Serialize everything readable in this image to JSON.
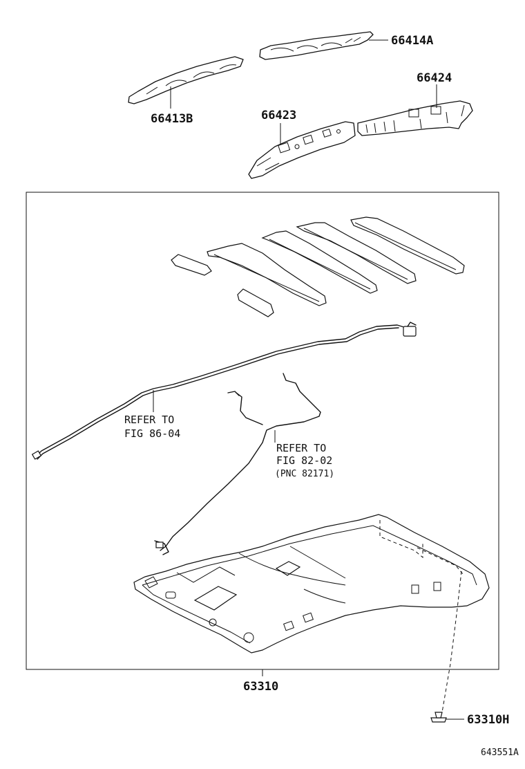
{
  "parts": {
    "p66414A": "66414A",
    "p66424": "66424",
    "p66413B": "66413B",
    "p66423": "66423",
    "p63310": "63310",
    "p63310H": "63310H"
  },
  "references": {
    "ref1_line1": "REFER TO",
    "ref1_line2": "FIG 86-04",
    "ref2_line1": "REFER TO",
    "ref2_line2": "FIG 82-02",
    "ref2_line3": "(PNC 82171)"
  },
  "figure_id": "643551A"
}
